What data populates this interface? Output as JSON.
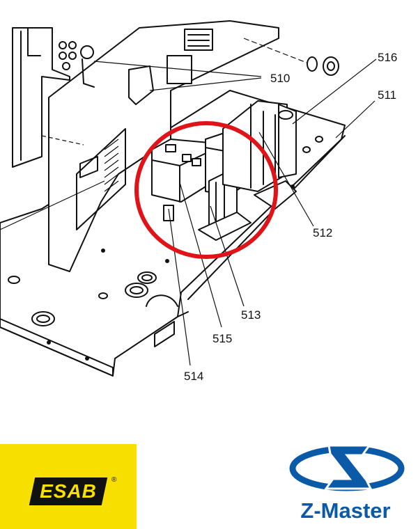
{
  "diagram": {
    "callouts": [
      {
        "id": "510",
        "label": "510"
      },
      {
        "id": "516",
        "label": "516"
      },
      {
        "id": "511",
        "label": "511"
      },
      {
        "id": "512",
        "label": "512"
      },
      {
        "id": "513",
        "label": "513"
      },
      {
        "id": "515",
        "label": "515"
      },
      {
        "id": "514",
        "label": "514"
      }
    ],
    "highlight_color": "#e01418"
  },
  "logos": {
    "esab": {
      "text": "ESAB",
      "mark": "®",
      "background": "#f7e000"
    },
    "zmaster": {
      "text": "Z-Master",
      "color": "#0a5aa8"
    }
  }
}
